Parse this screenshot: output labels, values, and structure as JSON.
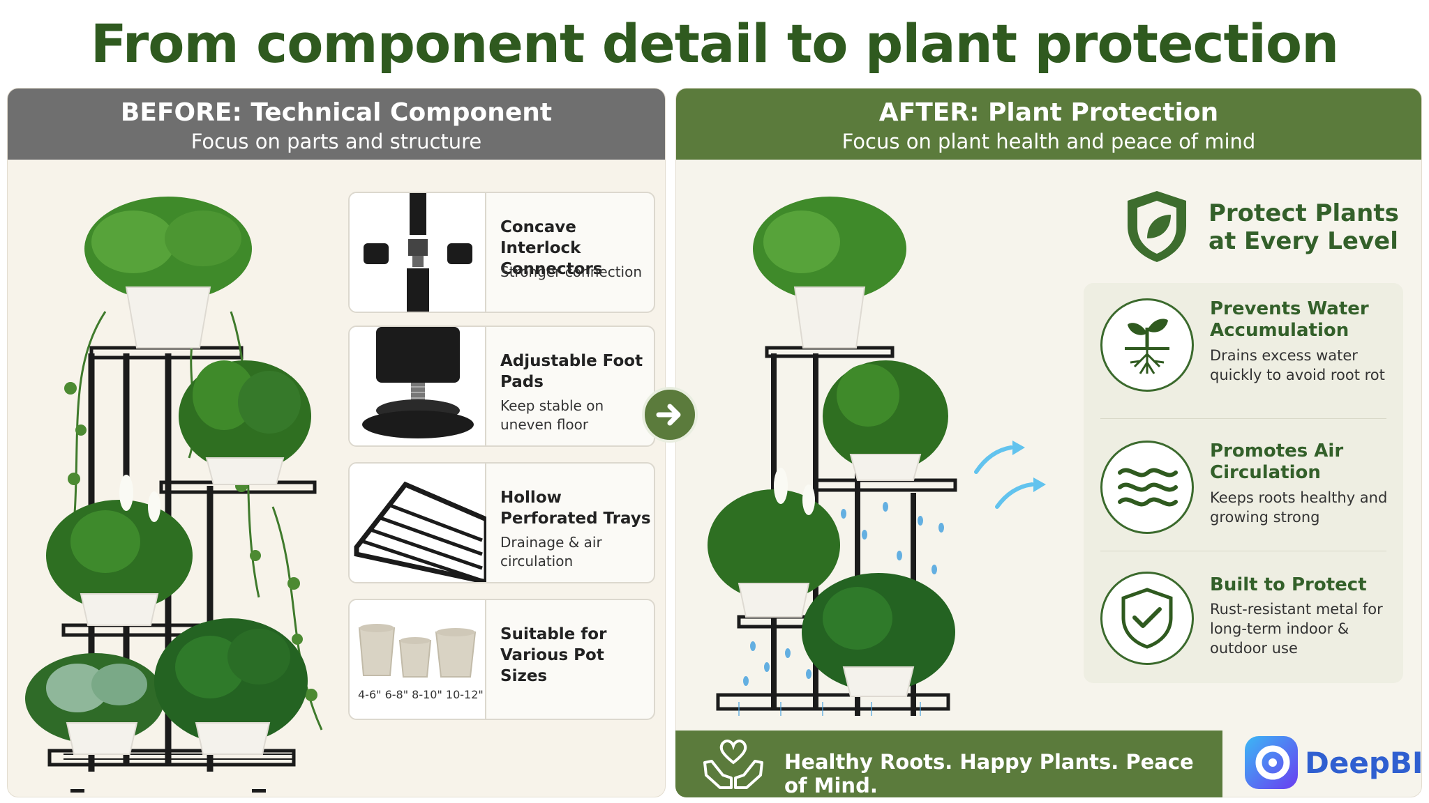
{
  "title": "From component detail to plant protection",
  "before": {
    "heading": "BEFORE: Technical Component",
    "subheading": "Focus on parts and structure",
    "cards": [
      {
        "title": "Concave Interlock Connectors",
        "desc": "Stronger connection"
      },
      {
        "title": "Adjustable Foot Pads",
        "desc": "Keep stable on uneven floor"
      },
      {
        "title": "Hollow Perforated Trays",
        "desc": "Drainage & air circulation"
      },
      {
        "title": "Suitable for Various Pot Sizes",
        "desc": ""
      }
    ],
    "pot_sizes": "4-6\"  6-8\"  8-10\" 10-12\""
  },
  "after": {
    "heading": "AFTER: Plant Protection",
    "subheading": "Focus on plant health and peace of mind",
    "protect_title": "Protect Plants at Every Level",
    "benefits": [
      {
        "title": "Prevents Water Accumulation",
        "desc": "Drains excess water quickly to avoid root rot",
        "icon": "sprout-roots-icon"
      },
      {
        "title": "Promotes Air Circulation",
        "desc": "Keeps roots healthy and growing strong",
        "icon": "air-waves-icon"
      },
      {
        "title": "Built to Protect",
        "desc": "Rust-resistant metal for long-term indoor & outdoor use",
        "icon": "shield-check-icon"
      }
    ],
    "banner": "Healthy Roots. Happy Plants. Peace of Mind."
  },
  "brand": {
    "name": "DeepBI"
  },
  "colors": {
    "title_green": "#2f5a1f",
    "accent_green": "#5b7b3c",
    "gray_header": "#6f6f6f",
    "water_blue": "#4aa3e0",
    "brand_blue": "#2f5fd0"
  }
}
